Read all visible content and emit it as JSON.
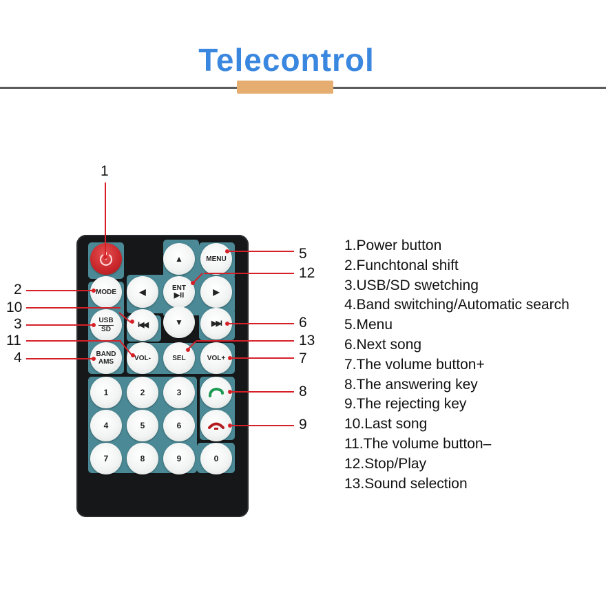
{
  "header": {
    "title": "Telecontrol",
    "title_color": "#3a87e0",
    "accent_color": "#e5ad6f"
  },
  "remote": {
    "buttons": {
      "power": "power-icon",
      "up": "▲",
      "menu": "MENU",
      "mode": "MODE",
      "left": "◀",
      "ent_line1": "ENT",
      "ent_line2": "▶II",
      "right": "▶",
      "usb_line1": "USB",
      "usb_line2": "SD",
      "prev": "I◀◀",
      "down": "▼",
      "next": "▶▶I",
      "band_line1": "BAND",
      "band_line2": "AMS",
      "vol_minus": "VOL-",
      "sel": "SEL",
      "vol_plus": "VOL+",
      "answer": "phone-answer-icon",
      "reject": "phone-reject-icon",
      "digits": [
        "1",
        "2",
        "3",
        "4",
        "5",
        "6",
        "7",
        "8",
        "9",
        "0"
      ]
    }
  },
  "callouts": [
    "1",
    "2",
    "3",
    "4",
    "5",
    "6",
    "7",
    "8",
    "9",
    "10",
    "11",
    "12",
    "13"
  ],
  "legend": [
    "1.Power button",
    "2.Funchtonal shift",
    "3.USB/SD swetching",
    "4.Band switching/Automatic search",
    "5.Menu",
    "6.Next song",
    "7.The volume button+",
    "8.The answering key",
    "9.The rejecting key",
    "10.Last song",
    "11.The volume button–",
    "12.Stop/Play",
    "13.Sound selection"
  ],
  "colors": {
    "callout_line": "#d62028",
    "panel": "#4a8995",
    "remote_body": "#151719",
    "answer_icon": "#1e9a55",
    "reject_icon": "#b21d22"
  }
}
